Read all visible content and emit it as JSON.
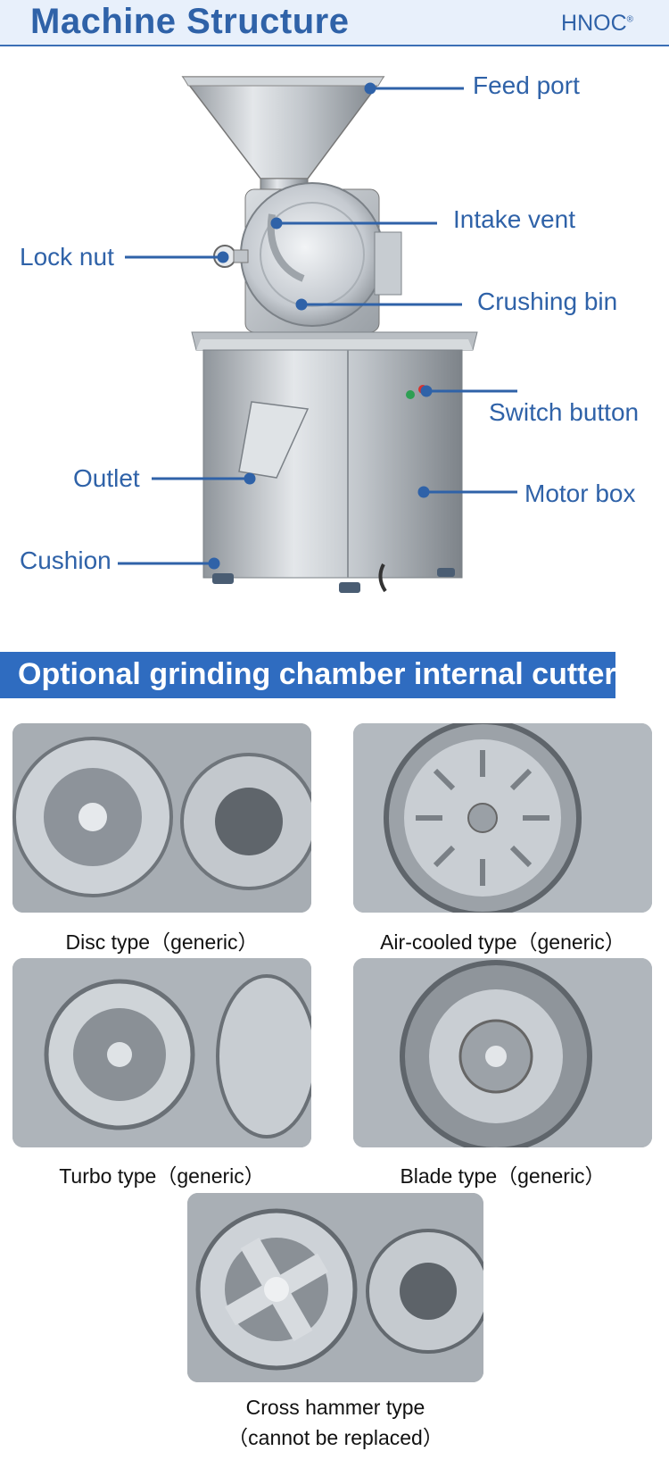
{
  "header": {
    "title": "Machine Structure",
    "logo": "HNOC",
    "logo_mark": "®"
  },
  "machine": {
    "labels": {
      "feed_port": "Feed port",
      "intake_vent": "Intake vent",
      "lock_nut": "Lock nut",
      "crushing_bin": "Crushing bin",
      "switch_button": "Switch button",
      "outlet": "Outlet",
      "motor_box": "Motor box",
      "cushion": "Cushion"
    }
  },
  "cutters": {
    "title": "Optional grinding chamber internal cutter",
    "items": [
      {
        "caption": "Disc type（generic）"
      },
      {
        "caption": "Air-cooled type（generic）"
      },
      {
        "caption": "Turbo type（generic）"
      },
      {
        "caption": "Blade type（generic）"
      },
      {
        "caption_line1": "Cross hammer type",
        "caption_line2": "（cannot be replaced）"
      }
    ]
  },
  "colors": {
    "accent": "#2f62a8",
    "bar": "#2f6cc0",
    "header_bg": "#e8f0fb"
  }
}
